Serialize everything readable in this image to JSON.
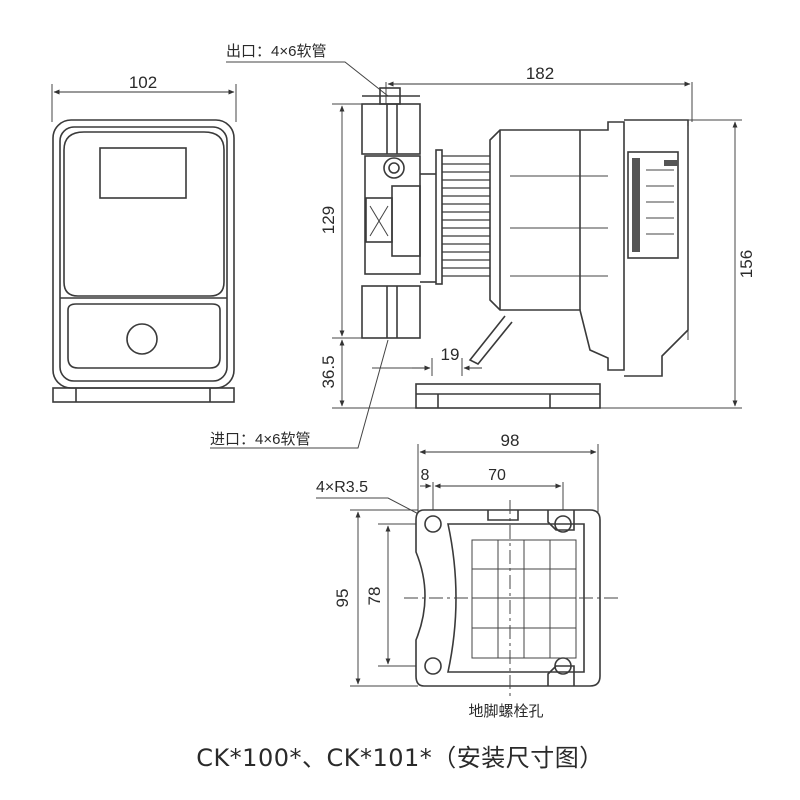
{
  "front_view": {
    "width_label": "102"
  },
  "side_view": {
    "outlet_label": "出口：4×6软管",
    "inlet_label": "进口：4×6软管",
    "length_label": "182",
    "height_label": "156",
    "valve_span_label": "129",
    "inlet_height_label": "36.5",
    "offset_label": "19"
  },
  "base_view": {
    "width_label": "98",
    "hole_offset_label": "8",
    "hole_spacing_x_label": "70",
    "hole_radius_label": "4×R3.5",
    "depth_label": "95",
    "hole_spacing_y_label": "78",
    "caption": "地脚螺栓孔"
  },
  "title": "CK*100*、CK*101*（安装尺寸图）"
}
